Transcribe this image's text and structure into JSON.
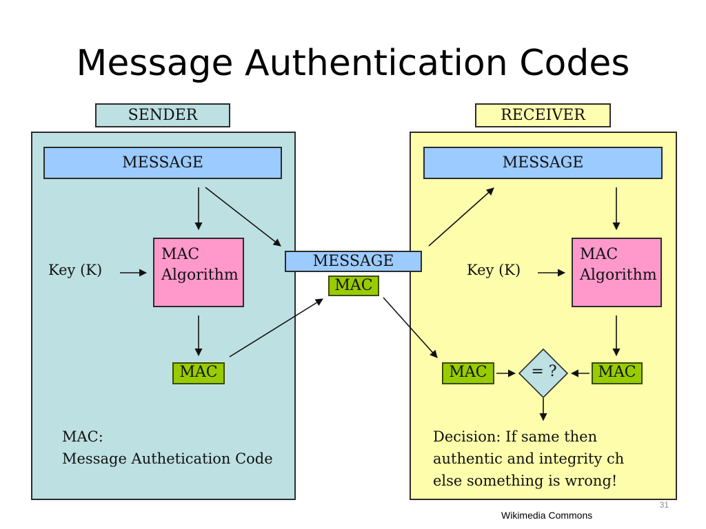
{
  "slide": {
    "title": "Message Authentication Codes",
    "page_number": "31",
    "credit": "Wikimedia Commons"
  },
  "sender": {
    "tag": "SENDER",
    "message": "MESSAGE",
    "key": "Key (K)",
    "algorithm_line1": "MAC",
    "algorithm_line2": "Algorithm",
    "mac": "MAC",
    "legend_line1": "MAC:",
    "legend_line2": "Message Authetication Code"
  },
  "transmitted": {
    "message": "MESSAGE",
    "mac": "MAC"
  },
  "receiver": {
    "tag": "RECEIVER",
    "message": "MESSAGE",
    "key": "Key (K)",
    "algorithm_line1": "MAC",
    "algorithm_line2": "Algorithm",
    "mac_received": "MAC",
    "mac_computed": "MAC",
    "compare": "= ?",
    "decision_line1": "Decision: If same then",
    "decision_line2": "authentic and integrity ch",
    "decision_line3": "else something is wrong!"
  },
  "colors": {
    "sender_panel": "#bde0e2",
    "receiver_panel": "#fdfdac",
    "message_box": "#9ccbff",
    "algorithm_box": "#ff99cc",
    "mac_box": "#99cc00",
    "compare_diamond": "#bde0e2"
  }
}
